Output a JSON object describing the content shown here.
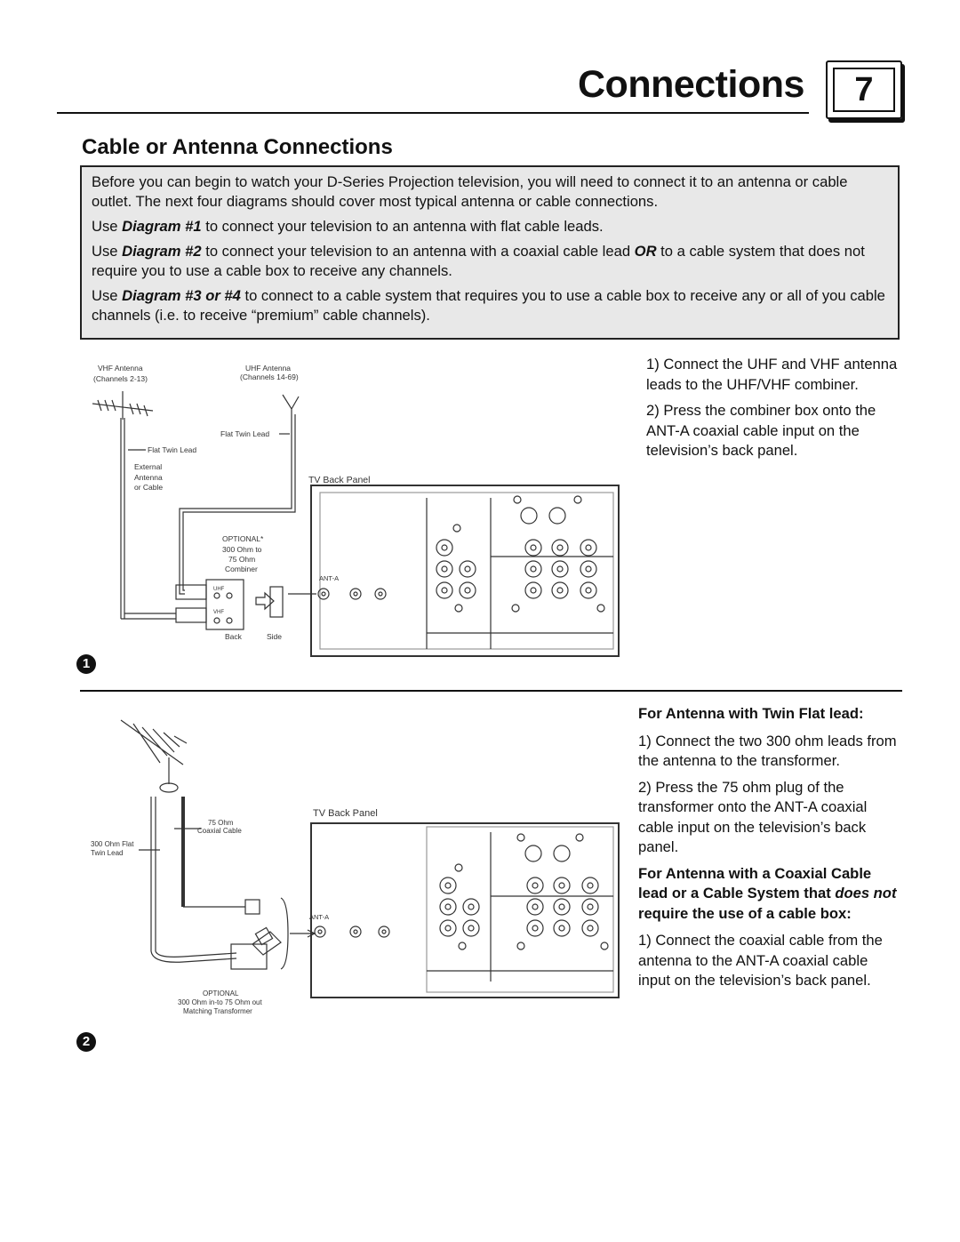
{
  "header": {
    "chapter_title": "Connections",
    "page_number": "7"
  },
  "section": {
    "title": "Cable or Antenna Connections"
  },
  "intro": {
    "p1": "Before you can begin to watch your D-Series Projection television, you will need to connect it to an antenna or cable outlet. The next four diagrams should cover most typical antenna or cable connections.",
    "p2_pre": "Use ",
    "p2_bold": "Diagram #1",
    "p2_post": " to connect your television to an antenna with flat cable leads.",
    "p3_pre": "Use ",
    "p3_bold": "Diagram #2",
    "p3_mid": " to connect your television to an antenna with a coaxial cable lead ",
    "p3_bold2": "OR",
    "p3_post": " to a cable system that does not require you to use a cable box to receive any channels.",
    "p4_pre": "Use ",
    "p4_bold": "Diagram #3 or #4",
    "p4_post": " to connect to a cable system that requires you to use a cable box to receive any or all of you cable channels (i.e. to receive “premium” cable channels)."
  },
  "diagram1": {
    "badge": "1",
    "labels": {
      "vhf_antenna": "VHF Antenna",
      "vhf_channels": "(Channels 2-13)",
      "uhf_antenna": "UHF Antenna",
      "uhf_channels": "(Channels 14-69)",
      "flat_twin_lead_right": "Flat Twin Lead",
      "flat_twin_lead_left": "Flat Twin Lead",
      "external": "External",
      "antenna": "Antenna",
      "or_cable": "or Cable",
      "tv_back_panel": "TV Back Panel",
      "optional": "OPTIONAL*",
      "ohm300": "300 Ohm to",
      "ohm75": "75 Ohm",
      "combiner": "Combiner",
      "uhf": "UHF",
      "vhf": "VHF",
      "back": "Back",
      "side": "Side",
      "ant_a": "ANT-A"
    },
    "steps": [
      "1)  Connect the UHF and VHF antenna leads to the UHF/VHF combiner.",
      "2)  Press the combiner box onto the ANT-A coaxial cable input on the television’s back panel."
    ]
  },
  "diagram2": {
    "badge": "2",
    "labels": {
      "ohm75": "75 Ohm",
      "coaxial_cable": "Coaxial Cable",
      "ohm300_flat": "300 Ohm Flat",
      "twin_lead": "Twin Lead",
      "tv_back_panel": "TV Back Panel",
      "ant_a": "ANT-A",
      "optional": "OPTIONAL",
      "transformer1": "300 Ohm in-to 75 Ohm out",
      "transformer2": "Matching Transformer"
    },
    "heading1": "For Antenna with Twin Flat lead:",
    "steps1": [
      "1)  Connect the two 300 ohm leads from the antenna to the transformer.",
      "2)  Press the 75 ohm plug of the transformer onto the ANT-A coaxial cable input on the television’s back panel."
    ],
    "heading2_pre": "For Antenna with a Coaxial Cable lead or a Cable System that ",
    "heading2_italic": "does not",
    "heading2_post": " require the use of a cable box:",
    "steps2": [
      "1)  Connect the coaxial cable from the antenna to the ANT-A coaxial cable input on the television’s back panel."
    ]
  }
}
